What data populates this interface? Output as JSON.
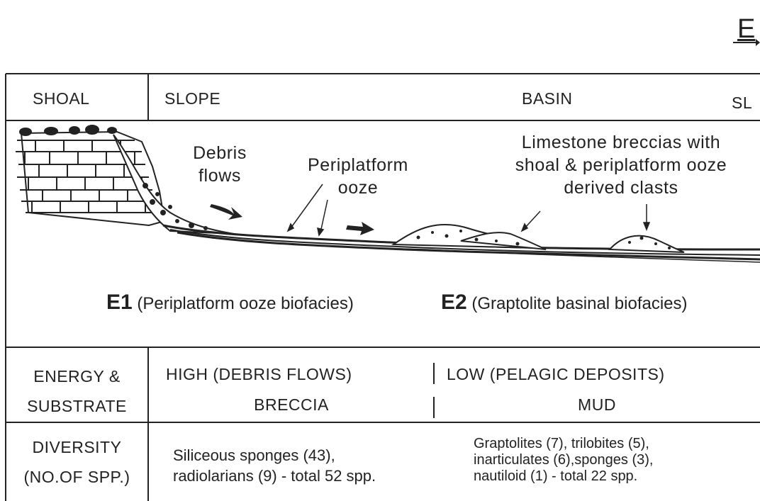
{
  "compass": {
    "label": "E"
  },
  "header": {
    "shoal": "SHOAL",
    "slope": "SLOPE",
    "basin": "BASIN",
    "sea_level": "SL"
  },
  "annotations": {
    "debris_line1": "Debris",
    "debris_line2": "flows",
    "ooze_line1": "Periplatform",
    "ooze_line2": "ooze",
    "breccia_line1": "Limestone breccias with",
    "breccia_line2": "shoal & periplatform ooze",
    "breccia_line3": "derived clasts"
  },
  "biofacies": {
    "e1_code": "E1",
    "e1_name": "(Periplatform ooze biofacies)",
    "e2_code": "E2",
    "e2_name": "(Graptolite basinal biofacies)"
  },
  "energy_row": {
    "label_line1": "ENERGY &",
    "label_line2": "SUBSTRATE",
    "high": "HIGH  (DEBRIS FLOWS)",
    "high_sub": "BRECCIA",
    "low": "LOW  (PELAGIC DEPOSITS)",
    "low_sub": "MUD"
  },
  "diversity_row": {
    "label_line1": "DIVERSITY",
    "label_line2": "(NO.OF SPP.)",
    "e1_line1": "Siliceous sponges (43),",
    "e1_line2": "radiolarians (9) - total 52 spp.",
    "e2_line1": "Graptolites (7), trilobites (5),",
    "e2_line2": "inarticulates (6),sponges (3),",
    "e2_line3": "nautiloid (1) - total 22 spp."
  },
  "colors": {
    "ink": "#222222",
    "background": "#ffffff"
  }
}
